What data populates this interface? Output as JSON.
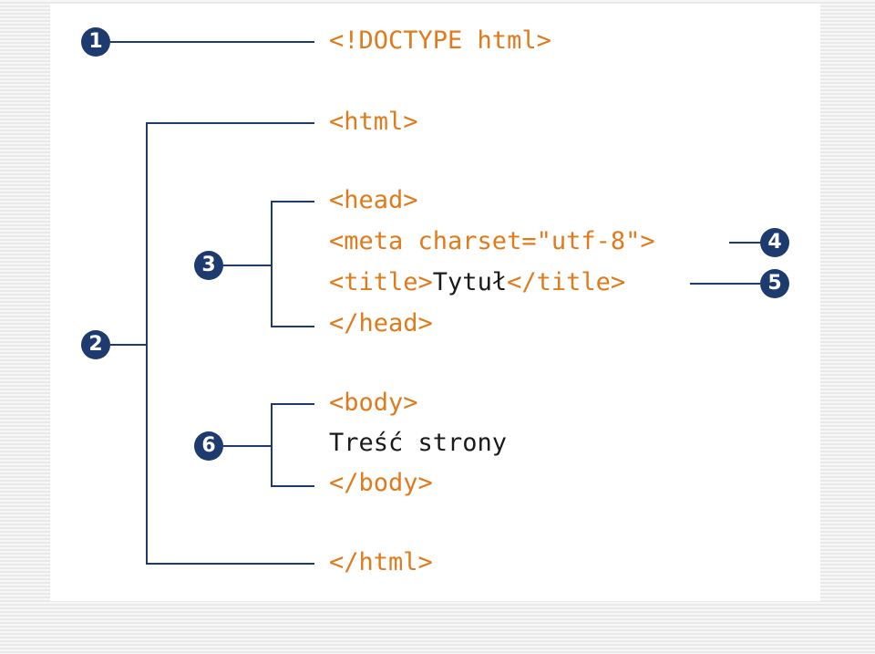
{
  "code_lines": {
    "doctype": "<!DOCTYPE html>",
    "html_open": "<html>",
    "head_open": "<head>",
    "meta": "<meta charset=\"utf-8\">",
    "title_open": "<title>",
    "title_text": "Tytuł",
    "title_close": "</title>",
    "head_close": "</head>",
    "body_open": "<body>",
    "body_text": "Treść strony",
    "body_close": "</body>",
    "html_close": "</html>"
  },
  "markers": [
    "1",
    "2",
    "3",
    "4",
    "5",
    "6"
  ],
  "colors": {
    "tag": "#e07a1a",
    "text": "#1a1a1a",
    "connector": "#1d3b6e",
    "badge_bg": "#1d3b6e"
  }
}
